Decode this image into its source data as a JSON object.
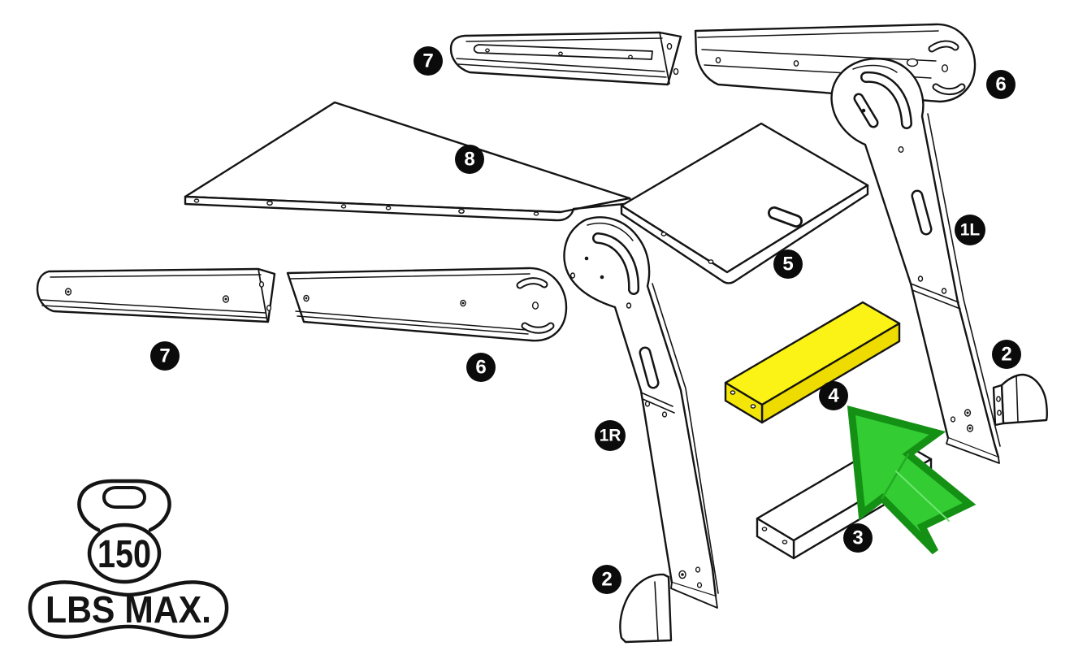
{
  "diagram": {
    "type": "exploded_assembly_diagram",
    "background_color": "#ffffff",
    "line_color": "#141414",
    "highlight": {
      "part_label": "4",
      "fill_top": "#fbf315",
      "fill_front": "#eedc00",
      "fill_end": "#f4e609"
    },
    "arrow": {
      "fill": "#33cc33",
      "border": "#149114"
    },
    "callouts": [
      {
        "id": "top-rail-7",
        "label": "7"
      },
      {
        "id": "top-rail-6",
        "label": "6"
      },
      {
        "id": "desktop-panel",
        "label": "8"
      },
      {
        "id": "seat-panel",
        "label": "5"
      },
      {
        "id": "left-leg",
        "label": "1L"
      },
      {
        "id": "foot-cap-right",
        "label": "2"
      },
      {
        "id": "side-rail-7",
        "label": "7"
      },
      {
        "id": "side-rail-6",
        "label": "6"
      },
      {
        "id": "right-leg",
        "label": "1R"
      },
      {
        "id": "shelf-plank-highlighted",
        "label": "4"
      },
      {
        "id": "shelf-plank",
        "label": "3"
      },
      {
        "id": "foot-cap-left",
        "label": "2"
      }
    ],
    "weight_limit": {
      "value": "150",
      "unit": "LBS MAX."
    }
  }
}
